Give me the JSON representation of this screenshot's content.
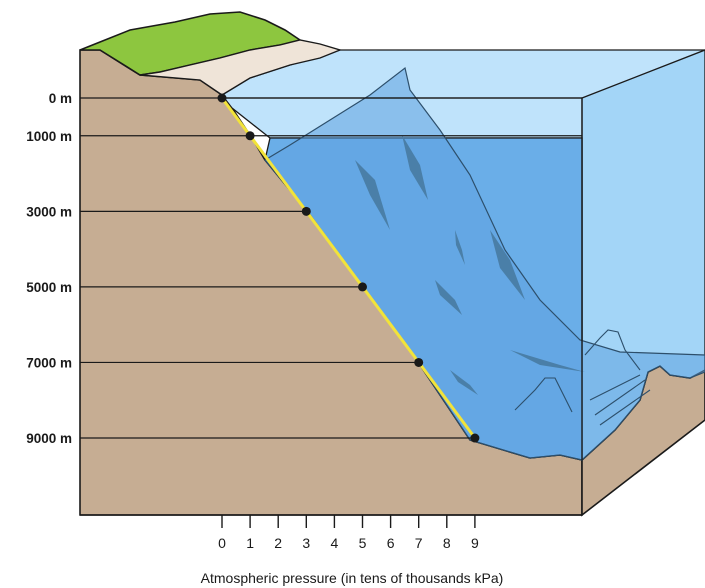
{
  "diagram": {
    "depth_labels": [
      "0 m",
      "1000 m",
      "3000 m",
      "5000 m",
      "7000 m",
      "9000 m"
    ],
    "pressure_ticks": [
      "0",
      "1",
      "2",
      "3",
      "4",
      "5",
      "6",
      "7",
      "8",
      "9"
    ],
    "x_axis_title": "Atmospheric pressure (in tens of thousands kPa)",
    "points": [
      {
        "depth_m": 0,
        "pressure": 0
      },
      {
        "depth_m": 1000,
        "pressure": 1
      },
      {
        "depth_m": 3000,
        "pressure": 3
      },
      {
        "depth_m": 5000,
        "pressure": 5
      },
      {
        "depth_m": 7000,
        "pressure": 7
      },
      {
        "depth_m": 9000,
        "pressure": 9
      }
    ],
    "colors": {
      "ground": "#c6ad93",
      "grass": "#8dc63f",
      "sand": "#efe4d8",
      "water_surface": "#bfe3fb",
      "water_side": "#a3d5f7",
      "water_deep": "#6aaee8",
      "ridge": "#4a7fa8",
      "pressure_line": "#f2e33a",
      "outline": "#1a1a1a"
    }
  }
}
